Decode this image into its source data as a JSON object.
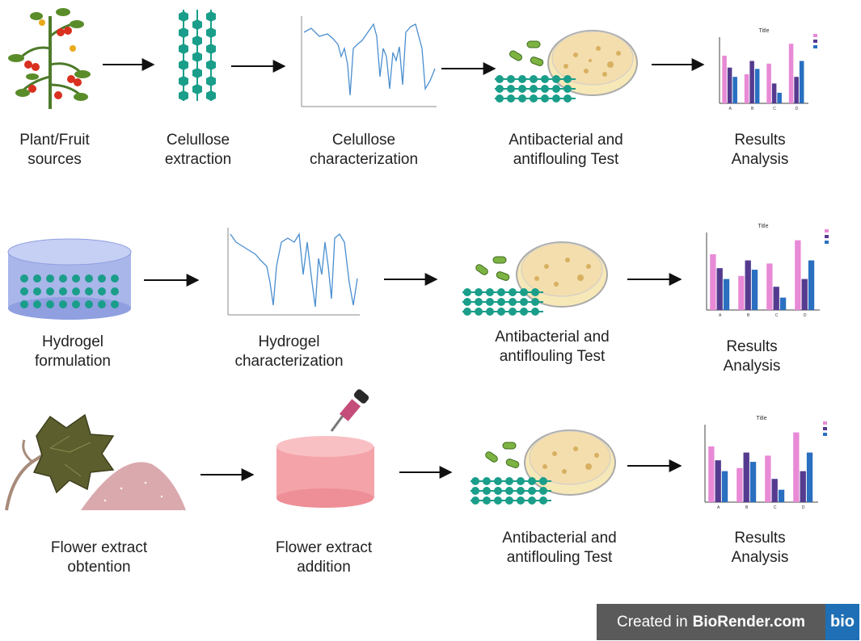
{
  "colors": {
    "cellulose": "#1a9e8a",
    "bar_pink": "#e88ad6",
    "bar_purple": "#553b8f",
    "bar_blue": "#2a6fc0",
    "spectrum": "#4a8ed0",
    "hydrogel": "#a9b6ea",
    "pink_gel": "#f4a3a9",
    "powder": "#d9a9ae",
    "leaf": "#5d5e2e",
    "badge_bg": "#5a5a5a",
    "badge_logo": "#1e6fb5"
  },
  "row1": {
    "step1": {
      "line1": "Plant/Fruit",
      "line2": "sources"
    },
    "step2": {
      "line1": "Celullose",
      "line2": "extraction"
    },
    "step3": {
      "line1": "Celullose",
      "line2": "characterization"
    },
    "step4": {
      "line1": "Antibacterial and",
      "line2": "antiflouling Test"
    },
    "step5": {
      "line1": "Results",
      "line2": "Analysis"
    }
  },
  "row2": {
    "step1": {
      "line1": "Hydrogel",
      "line2": "formulation"
    },
    "step2": {
      "line1": "Hydrogel",
      "line2": "characterization"
    },
    "step3": {
      "line1": "Antibacterial and",
      "line2": "antiflouling Test"
    },
    "step4": {
      "line1": "Results",
      "line2": "Analysis"
    }
  },
  "row3": {
    "step1": {
      "line1": "Flower extract",
      "line2": "obtention"
    },
    "step2": {
      "line1": "Flower extract",
      "line2": "addition"
    },
    "step3": {
      "line1": "Antibacterial and",
      "line2": "antiflouling Test"
    },
    "step4": {
      "line1": "Results",
      "line2": "Analysis"
    }
  },
  "chart_data": [
    {
      "type": "bar",
      "title": "Title",
      "categories": [
        "A",
        "B",
        "C",
        "D"
      ],
      "series": [
        {
          "values": [
            36,
            22,
            30,
            45
          ]
        },
        {
          "values": [
            27,
            32,
            15,
            20
          ]
        },
        {
          "values": [
            20,
            26,
            8,
            32
          ]
        }
      ]
    },
    {
      "type": "bar",
      "title": "Title",
      "categories": [
        "A",
        "B",
        "C",
        "D"
      ],
      "series": [
        {
          "values": [
            36,
            22,
            30,
            45
          ]
        },
        {
          "values": [
            27,
            32,
            15,
            20
          ]
        },
        {
          "values": [
            20,
            26,
            8,
            32
          ]
        }
      ]
    },
    {
      "type": "bar",
      "title": "Title",
      "categories": [
        "A",
        "B",
        "C",
        "D"
      ],
      "series": [
        {
          "values": [
            36,
            22,
            30,
            45
          ]
        },
        {
          "values": [
            27,
            32,
            15,
            20
          ]
        },
        {
          "values": [
            20,
            26,
            8,
            32
          ]
        }
      ]
    }
  ],
  "badge": {
    "prefix": "Created in",
    "brand": "BioRender.com",
    "logo": "bio"
  }
}
